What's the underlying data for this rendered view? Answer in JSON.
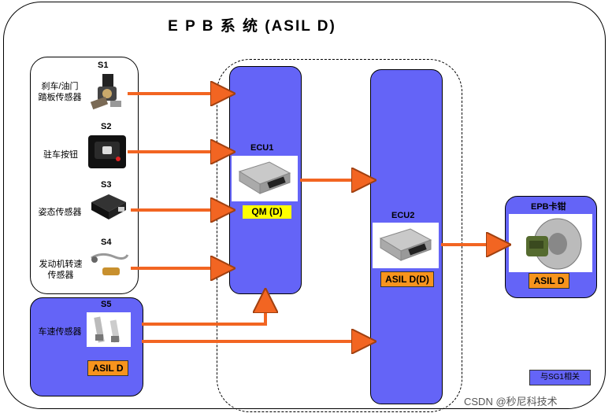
{
  "title": "E P B 系 统  (ASIL D)",
  "sensors": [
    {
      "id": "S1",
      "label": "刹车/油门\n踏板传感器"
    },
    {
      "id": "S2",
      "label": "驻车按钮"
    },
    {
      "id": "S3",
      "label": "姿态传感器"
    },
    {
      "id": "S4",
      "label": "发动机转速\n传感器"
    }
  ],
  "s5": {
    "id": "S5",
    "label": "车速传感器",
    "asil": "ASIL D"
  },
  "ecu1": {
    "label": "ECU1",
    "asil": "QM  (D)"
  },
  "ecu2": {
    "label": "ECU2",
    "asil": "ASIL D(D)"
  },
  "epb": {
    "label": "EPB卡钳",
    "asil": "ASIL D"
  },
  "note": "与SG1相关",
  "watermark": "CSDN @秒尼科技术",
  "colors": {
    "block": "#6464f7",
    "arrow": "#f26522",
    "badge_orange": "#f7941d",
    "badge_yellow": "#ffff00"
  }
}
